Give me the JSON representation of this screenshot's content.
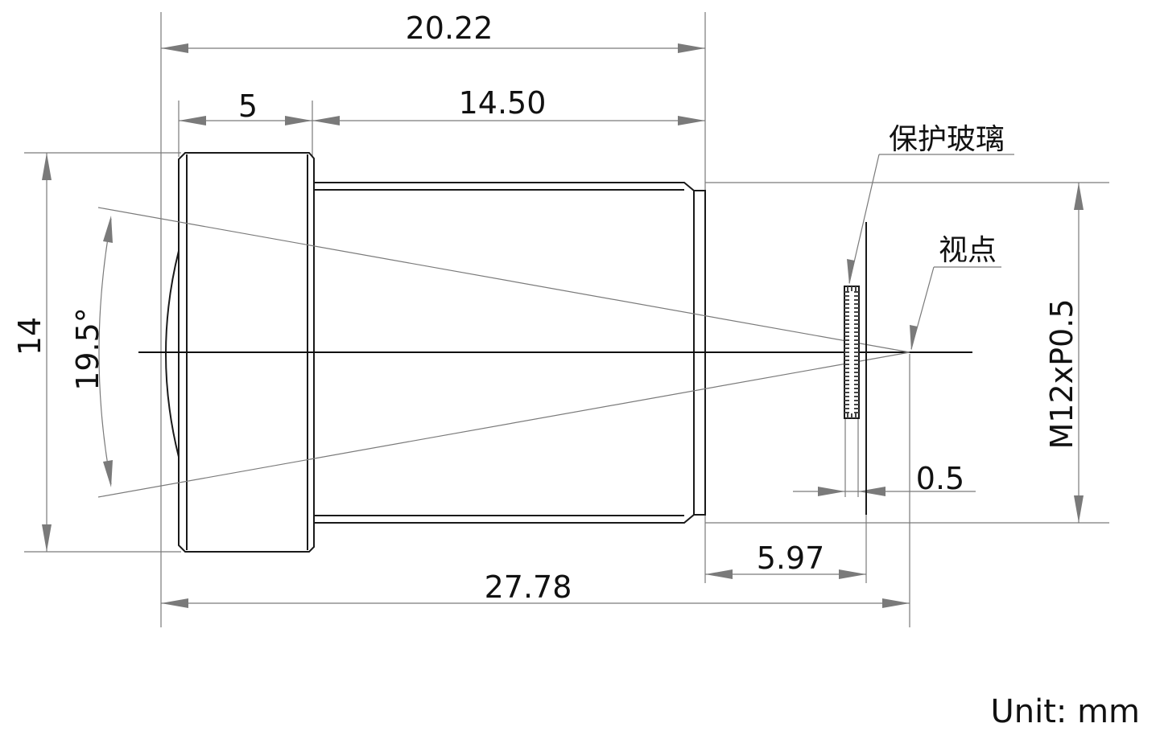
{
  "dimensions": {
    "overall_top": "20.22",
    "front_section": "5",
    "barrel_length": "14.50",
    "outer_diameter": "14",
    "field_of_view": "19.5°",
    "thread": "M12xP0.5",
    "glass_thickness": "0.5",
    "back_focal": "5.97",
    "total_length": "27.78"
  },
  "labels": {
    "protective_glass": "保护玻璃",
    "view_point": "视点"
  },
  "unit_note": "Unit: mm"
}
